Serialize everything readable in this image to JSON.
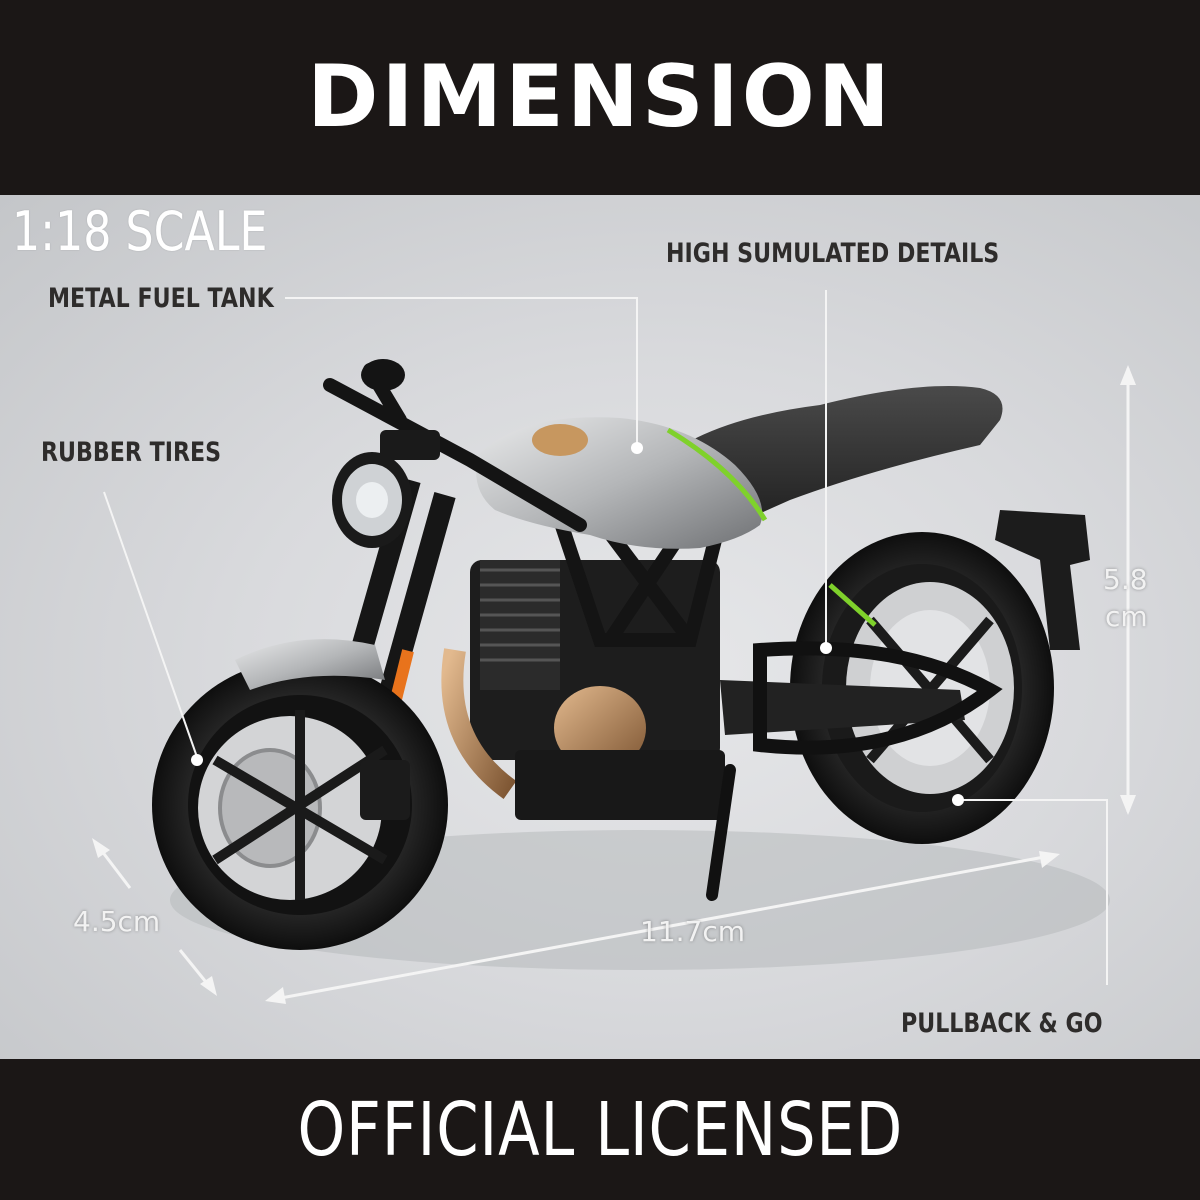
{
  "header": {
    "title": "DIMENSION"
  },
  "footer": {
    "title": "OFFICIAL LICENSED"
  },
  "photo": {
    "subject": "motorcycle-model",
    "scale_label": "1:18 SCALE",
    "callouts": {
      "fuel_tank": "METAL FUEL TANK",
      "details": "HIGH SUMULATED DETAILS",
      "tires": "RUBBER TIRES",
      "pullback": "PULLBACK & GO"
    },
    "dimensions": {
      "height_value": "5.8",
      "height_unit": "cm",
      "width": "4.5cm",
      "length": "11.7cm"
    },
    "colors": {
      "band": "#1b1716",
      "tank": "#b9bbbd",
      "accent_green": "#7fd12b",
      "accent_orange": "#e8731c",
      "bronze": "#b9875a"
    }
  }
}
